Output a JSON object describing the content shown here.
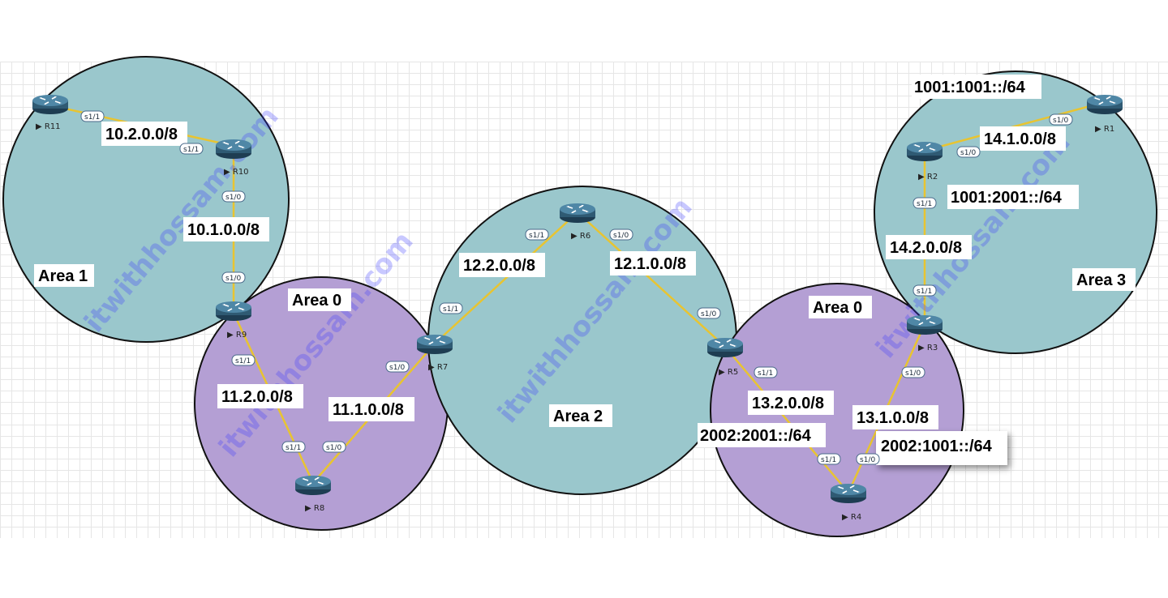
{
  "areas": {
    "area1": "Area 1",
    "area0_left": "Area 0",
    "area2": "Area 2",
    "area0_right": "Area 0",
    "area3": "Area 3"
  },
  "routers": {
    "r1": "R1",
    "r2": "R2",
    "r3": "R3",
    "r4": "R4",
    "r5": "R5",
    "r6": "R6",
    "r7": "R7",
    "r8": "R8",
    "r9": "R9",
    "r10": "R10",
    "r11": "R11"
  },
  "networks": {
    "n_10_2": "10.2.0.0/8",
    "n_10_1": "10.1.0.0/8",
    "n_11_2": "11.2.0.0/8",
    "n_11_1": "11.1.0.0/8",
    "n_12_2": "12.2.0.0/8",
    "n_12_1": "12.1.0.0/8",
    "n_13_2": "13.2.0.0/8",
    "n_13_1": "13.1.0.0/8",
    "n_14_1": "14.1.0.0/8",
    "n_14_2": "14.2.0.0/8",
    "v6_1001_1001": "1001:1001::/64",
    "v6_1001_2001": "1001:2001::/64",
    "v6_2002_2001": "2002:2001::/64",
    "v6_2002_1001": "2002:1001::/64"
  },
  "ports": {
    "r11_s11": "s1/1",
    "r10_s11": "s1/1",
    "r10_s10": "s1/0",
    "r9_s10": "s1/0",
    "r9_s11": "s1/1",
    "r8_s11": "s1/1",
    "r8_s10": "s1/0",
    "r7_s10": "s1/0",
    "r7_s11": "s1/1",
    "r6_s11": "s1/1",
    "r6_s10": "s1/0",
    "r5_s10": "s1/0",
    "r5_s11": "s1/1",
    "r4_s11": "s1/1",
    "r4_s10": "s1/0",
    "r3_s10": "s1/0",
    "r3_s11": "s1/1",
    "r2_s11": "s1/1",
    "r2_s10": "s1/0",
    "r1_s10": "s1/0"
  },
  "watermark": "itwithhossam.com",
  "colors": {
    "area_teal": "#9ac7cc",
    "area_purple": "#b49fd4",
    "link": "#e8c431",
    "router_body": "#2f5a73"
  }
}
